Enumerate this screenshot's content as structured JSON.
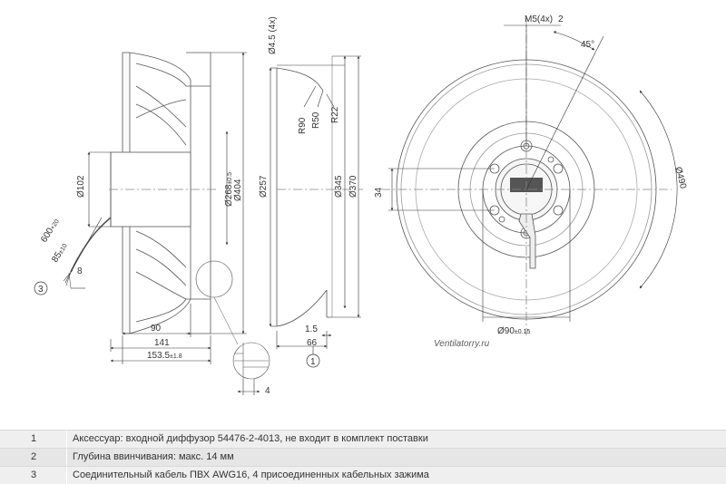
{
  "drawing": {
    "side_view": {
      "dim_102": "Ø102",
      "dim_268": "Ø268",
      "dim_268_tol": "±0.5",
      "dim_404": "Ø404",
      "dim_600": "600",
      "dim_600_tol": "+20",
      "dim_85": "85",
      "dim_85_tol": "±10",
      "dim_8": "8",
      "callout_3": "3",
      "dim_90": "90",
      "dim_141": "141",
      "dim_153": "153.5",
      "dim_153_tol": "±1.8",
      "dim_4": "4"
    },
    "section_view": {
      "dim_4_5": "Ø4.5 (4x)",
      "dim_r90": "R90",
      "dim_r50": "R50",
      "dim_r22": "R22",
      "dim_257": "Ø257",
      "dim_345": "Ø345",
      "dim_370": "Ø370",
      "dim_1_5": "1.5",
      "dim_66": "66",
      "callout_1": "1"
    },
    "front_view": {
      "dim_m5": "M5(4x)",
      "callout_2": "2",
      "dim_45": "45°",
      "dim_490": "Ø490",
      "dim_34": "34",
      "dim_90": "Ø90",
      "dim_90_tol": "±0.15"
    },
    "watermark": "Ventilatorry.ru"
  },
  "notes": [
    {
      "num": "1",
      "text": "Аксессуар: входной диффузор 54476-2-4013, не входит в комплект поставки"
    },
    {
      "num": "2",
      "text": "Глубина ввинчивания: макс. 14 мм"
    },
    {
      "num": "3",
      "text": "Соединительный кабель ПВХ AWG16, 4 присоединенных кабельных зажима"
    }
  ]
}
